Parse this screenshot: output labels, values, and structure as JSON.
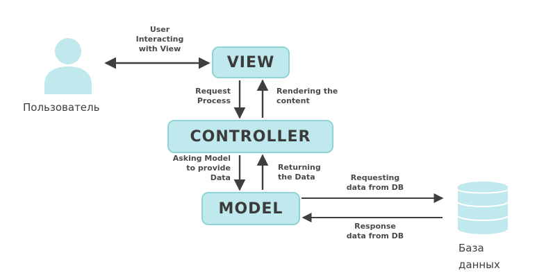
{
  "colors": {
    "node_fill": "#bfe9ec",
    "node_border": "#8fd3d8",
    "figure": "#bfe9ec",
    "arrow": "#3f3f3f"
  },
  "nodes": {
    "view": "VIEW",
    "controller": "CONTROLLER",
    "model": "MODEL"
  },
  "actors": {
    "user": "Пользователь",
    "database": "База\nданных"
  },
  "icons": {
    "user": "user-icon",
    "database": "database-icon"
  },
  "edges": {
    "user_view": "User\nInteracting\nwith View",
    "request_process": "Request\nProcess",
    "rendering": "Rendering the\ncontent",
    "asking_model": "Asking Model\nto provide\nData",
    "returning": "Returning\nthe Data",
    "requesting_db": "Requesting\ndata from DB",
    "response_db": "Response\ndata from DB"
  }
}
